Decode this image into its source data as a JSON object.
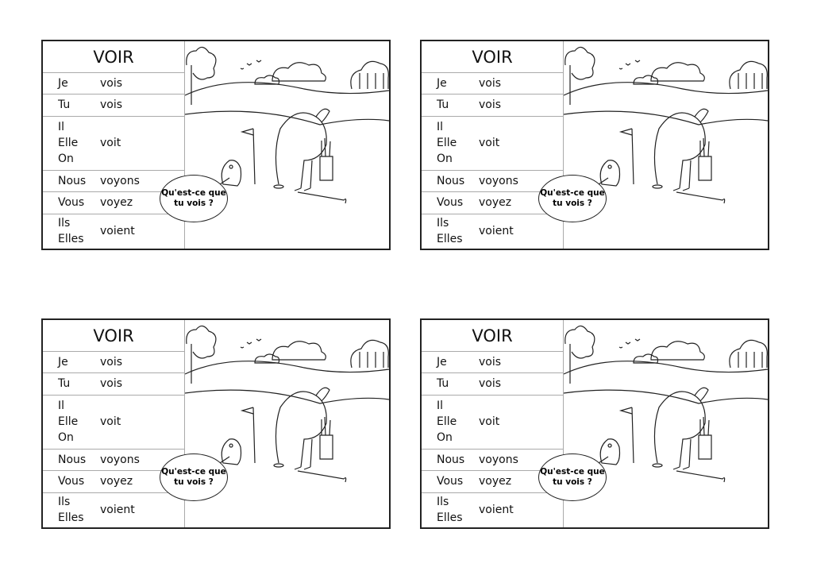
{
  "card": {
    "title": "VOIR",
    "rows": [
      {
        "pronouns": [
          "Je"
        ],
        "verb": "vois"
      },
      {
        "pronouns": [
          "Tu"
        ],
        "verb": "vois"
      },
      {
        "pronouns": [
          "Il",
          "Elle",
          "On"
        ],
        "verb": "voit"
      },
      {
        "pronouns": [
          "Nous"
        ],
        "verb": "voyons"
      },
      {
        "pronouns": [
          "Vous"
        ],
        "verb": "voyez"
      },
      {
        "pronouns": [
          "Ils",
          "Elles"
        ],
        "verb": "voient"
      }
    ],
    "bubble": [
      "Qu'est-ce que",
      "tu vois ?"
    ]
  }
}
